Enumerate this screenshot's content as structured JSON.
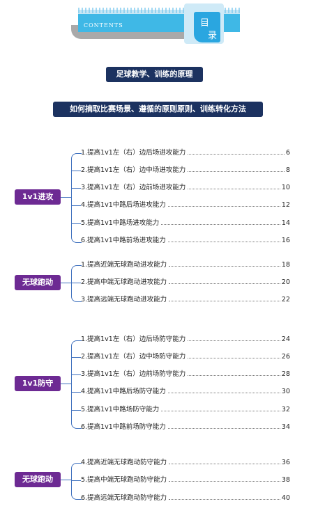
{
  "header": {
    "contents_label": "CONTENTS",
    "mulu_char1": "目",
    "mulu_char2": "录"
  },
  "titles": {
    "main": "足球教学、训练的原理",
    "sub": "如何摘取比赛场景、遵循的原则原则、训练转化方法"
  },
  "sections": [
    {
      "category": "1v1进攻",
      "items": [
        {
          "label": "1.提高1v1左（右）边后场进攻能力",
          "page": "6"
        },
        {
          "label": "2.提高1v1左（右）边中场进攻能力",
          "page": "8"
        },
        {
          "label": "3.提高1v1左（右）边前场进攻能力",
          "page": "10"
        },
        {
          "label": "4.提高1v1中路后场进攻能力",
          "page": "12"
        },
        {
          "label": "5.提高1v1中路场进攻能力",
          "page": "14"
        },
        {
          "label": "6.提高1v1中路前场进攻能力",
          "page": "16"
        }
      ]
    },
    {
      "category": "无球跑动",
      "items": [
        {
          "label": "1.提高近端无球跑动进攻能力",
          "page": "18"
        },
        {
          "label": "2.提高中端无球跑动进攻能力",
          "page": "20"
        },
        {
          "label": "3.提高远端无球跑动进攻能力",
          "page": "22"
        }
      ]
    },
    {
      "category": "1v1防守",
      "items": [
        {
          "label": "1.提高1v1左（右）边后场防守能力",
          "page": "24"
        },
        {
          "label": "2.提高1v1左（右）边中场防守能力",
          "page": "26"
        },
        {
          "label": "3.提高1v1左（右）边前场防守能力",
          "page": "28"
        },
        {
          "label": "4.提高1v1中路后场防守能力",
          "page": "30"
        },
        {
          "label": "5.提高1v1中路场防守能力",
          "page": "32"
        },
        {
          "label": "6.提高1v1中路前场防守能力",
          "page": "34"
        }
      ]
    },
    {
      "category": "无球跑动",
      "items": [
        {
          "label": "4.提高近端无球跑动防守能力",
          "page": "36"
        },
        {
          "label": "5.提高中端无球跑动防守能力",
          "page": "38"
        },
        {
          "label": "6.提高远端无球跑动防守能力",
          "page": "40"
        }
      ]
    }
  ]
}
